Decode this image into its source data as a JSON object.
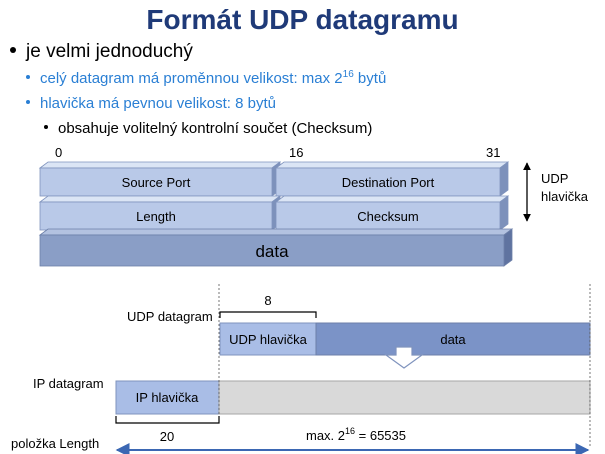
{
  "title": "Formát UDP datagramu",
  "bullets": {
    "level1": "je velmi jednoduchý",
    "level2a_prefix": "celý datagram má proměnnou velikost: max 2",
    "level2a_sup": "16",
    "level2a_suffix": " bytů",
    "level2b": "hlavička má pevnou velikost: 8 bytů",
    "level3": "obsahuje volitelný kontrolní součet (Checksum)"
  },
  "header_diagram": {
    "bit_labels": [
      "0",
      "16",
      "31"
    ],
    "fields": {
      "source_port": "Source Port",
      "destination_port": "Destination Port",
      "length": "Length",
      "checksum": "Checksum"
    },
    "data_label": "data",
    "side_label_line1": "UDP",
    "side_label_line2": "hlavička"
  },
  "encapsulation": {
    "udp_datagram_label": "UDP datagram",
    "udp_header_size": "8",
    "udp_header_label": "UDP hlavička",
    "udp_data_label": "data",
    "ip_datagram_label": "IP datagram",
    "ip_header_label": "IP hlavička",
    "ip_header_size": "20",
    "max_prefix": "max. 2",
    "max_sup": "16",
    "max_suffix": " = 65535",
    "length_field_label": "položka Length"
  },
  "colors": {
    "title": "#1f3a78",
    "bullet_blue": "#2a7fd4",
    "field_face": "#b9c9e8",
    "data_face": "#8a9ec6",
    "box_blue": "#a9bde6",
    "box_gray": "#d9d9d9"
  }
}
